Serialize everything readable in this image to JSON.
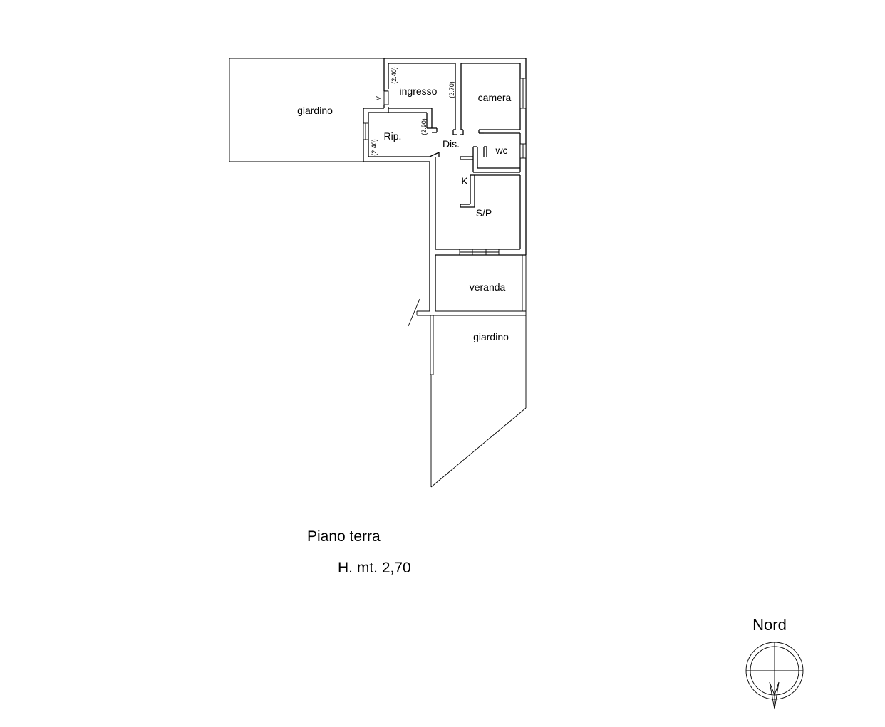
{
  "rooms": {
    "giardino_nord": "giardino",
    "ingresso": "ingresso",
    "camera": "camera",
    "ripostiglio": "Rip.",
    "disimpegno": "Dis.",
    "wc": "wc",
    "cucina": "K",
    "soggiorno": "S/P",
    "veranda": "veranda",
    "giardino_sud": "giardino"
  },
  "heights": {
    "ingresso": "(2.40)",
    "disimpegno": "(2.70)",
    "ripostiglio_inner": "(2.90)",
    "ripostiglio_outer": "(2.40)",
    "step_mark": "V"
  },
  "title": {
    "floor": "Piano terra",
    "height": "H. mt. 2,70"
  },
  "compass": {
    "label": "Nord",
    "icon": "north-arrow-icon"
  }
}
